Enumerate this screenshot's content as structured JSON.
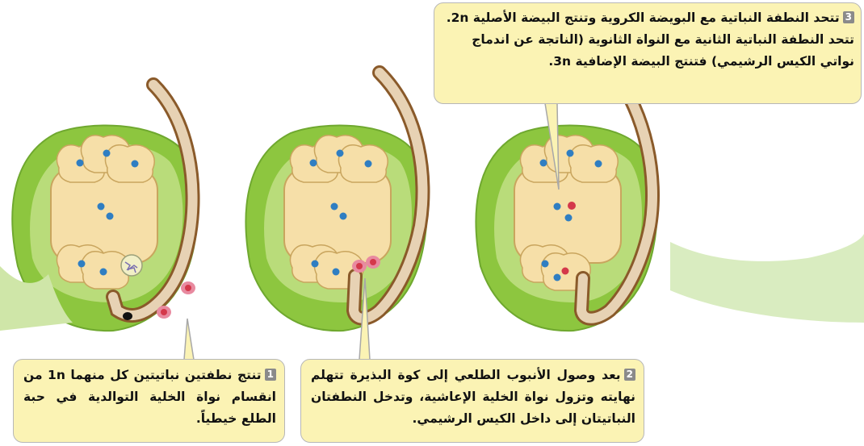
{
  "colors": {
    "leaf_green": "#8dc63f",
    "inner_green": "#b9dc7a",
    "cell_yellow": "#f6dfa8",
    "nucleus_blue": "#2f7ec2",
    "sperm_red": "#d4384a",
    "pollen_tube_brown": "#8a5a2a",
    "callout_fill": "#fbf3b4"
  },
  "callouts": {
    "step1": {
      "number": "1",
      "text": "تنتج نطفتين نباتيتين كل منهما 1n من انقسام نواة الخلية التوالدية في حبة الطلع خيطياً."
    },
    "step2": {
      "number": "2",
      "text": "بعد وصول الأنبوب الطلعي إلى كوة البذيرة تتهلم نهايته وتزول نواة الخلية الإعاشية، وتدخل النطفتان النباتيتان إلى داخل الكيس الرشيمي."
    },
    "step3": {
      "number": "3",
      "line1": "تتحد النطفة النباتية مع البويضة الكروية وتنتج البيضة الأصلية 2n.",
      "line2": "تتحد النطفة النباتية الثانية مع النواة الثانوية (الناتجة عن اندماج",
      "line3": "نواتي الكيس الرشيمي) فتنتج البيضة الإضافية 3n."
    }
  }
}
